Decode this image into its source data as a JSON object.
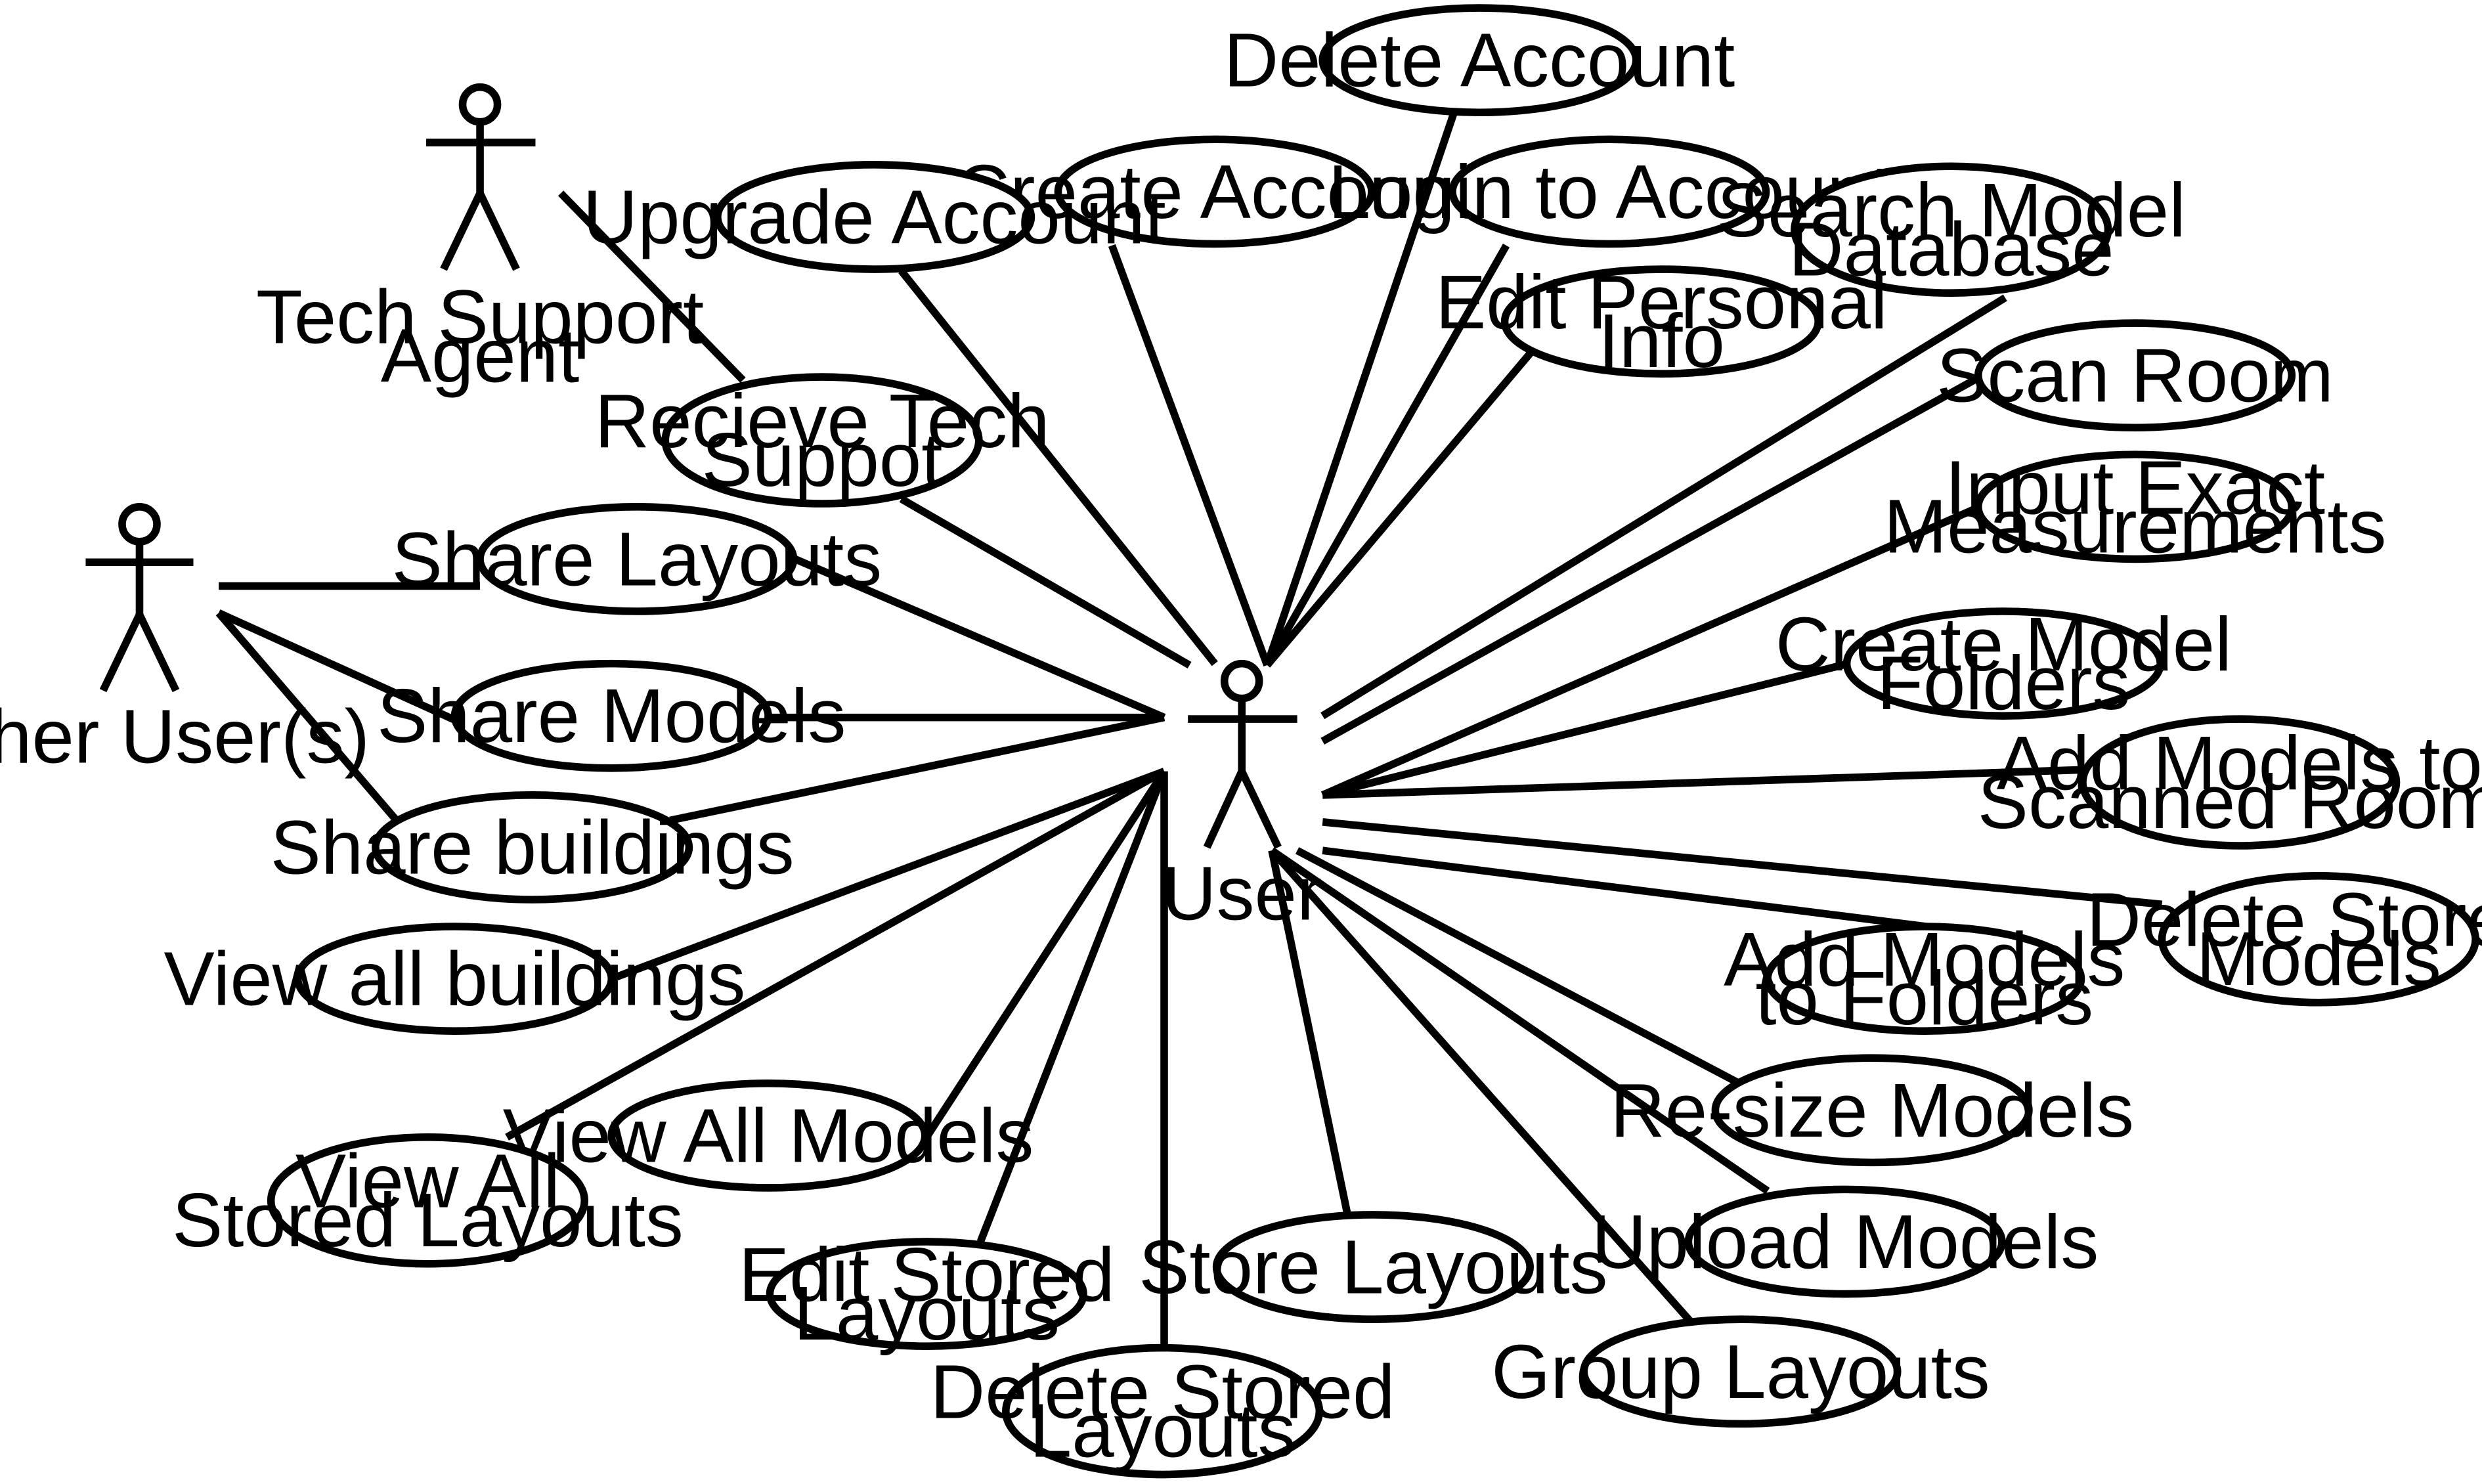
{
  "diagram": {
    "actors": [
      {
        "id": "tech-support-agent",
        "lines": [
          "Tech Support",
          "Agent"
        ]
      },
      {
        "id": "other-users",
        "lines": [
          "Other User(s)"
        ]
      },
      {
        "id": "user",
        "lines": [
          "User"
        ]
      }
    ],
    "use_cases": [
      {
        "id": "delete-account",
        "lines": [
          "Delete Account"
        ]
      },
      {
        "id": "create-account",
        "lines": [
          "Create Account"
        ]
      },
      {
        "id": "login-to-account",
        "lines": [
          "Login to Account"
        ]
      },
      {
        "id": "upgrade-account",
        "lines": [
          "Upgrade Account"
        ]
      },
      {
        "id": "search-model-database",
        "lines": [
          "Search Model",
          "Database"
        ]
      },
      {
        "id": "edit-personal-info",
        "lines": [
          "Edit Personal",
          "Info"
        ]
      },
      {
        "id": "scan-room",
        "lines": [
          "Scan Room"
        ]
      },
      {
        "id": "recieve-tech-suppot",
        "lines": [
          "Recieve Tech",
          "Suppot"
        ]
      },
      {
        "id": "input-exact-measurements",
        "lines": [
          "Input Exact",
          "Measurements"
        ]
      },
      {
        "id": "share-layouts",
        "lines": [
          "Share Layouts"
        ]
      },
      {
        "id": "create-model-folders",
        "lines": [
          "Create Model",
          "Folders"
        ]
      },
      {
        "id": "share-models",
        "lines": [
          "Share Models"
        ]
      },
      {
        "id": "add-models-to-scanned-room",
        "lines": [
          "Add Models to",
          "Scanned Room"
        ]
      },
      {
        "id": "share-buildings",
        "lines": [
          "Share buildings"
        ]
      },
      {
        "id": "delete-stored-models",
        "lines": [
          "Delete Stored",
          "Models"
        ]
      },
      {
        "id": "view-all-buildings",
        "lines": [
          "View all buildings"
        ]
      },
      {
        "id": "add-models-to-folders",
        "lines": [
          "Add Models",
          "to Folders"
        ]
      },
      {
        "id": "re-size-models",
        "lines": [
          "Re-size Models"
        ]
      },
      {
        "id": "view-all-models",
        "lines": [
          "View All Models"
        ]
      },
      {
        "id": "view-all-stored-layouts",
        "lines": [
          "View All",
          "Stored Layouts"
        ]
      },
      {
        "id": "upload-models",
        "lines": [
          "Upload Models"
        ]
      },
      {
        "id": "store-layouts",
        "lines": [
          "Store Layouts"
        ]
      },
      {
        "id": "edit-stored-layouts",
        "lines": [
          "Edit Stored",
          "Layouts"
        ]
      },
      {
        "id": "group-layouts",
        "lines": [
          "Group Layouts"
        ]
      },
      {
        "id": "delete-stored-layouts",
        "lines": [
          "Delete Stored",
          "Layouts"
        ]
      }
    ],
    "associations": [
      [
        "tech-support-agent",
        "recieve-tech-suppot"
      ],
      [
        "other-users",
        "share-layouts"
      ],
      [
        "other-users",
        "share-models"
      ],
      [
        "other-users",
        "share-buildings"
      ],
      [
        "user",
        "upgrade-account"
      ],
      [
        "user",
        "create-account"
      ],
      [
        "user",
        "delete-account"
      ],
      [
        "user",
        "login-to-account"
      ],
      [
        "user",
        "edit-personal-info"
      ],
      [
        "user",
        "search-model-database"
      ],
      [
        "user",
        "scan-room"
      ],
      [
        "user",
        "input-exact-measurements"
      ],
      [
        "user",
        "create-model-folders"
      ],
      [
        "user",
        "add-models-to-scanned-room"
      ],
      [
        "user",
        "delete-stored-models"
      ],
      [
        "user",
        "add-models-to-folders"
      ],
      [
        "user",
        "re-size-models"
      ],
      [
        "user",
        "upload-models"
      ],
      [
        "user",
        "group-layouts"
      ],
      [
        "user",
        "store-layouts"
      ],
      [
        "user",
        "delete-stored-layouts"
      ],
      [
        "user",
        "edit-stored-layouts"
      ],
      [
        "user",
        "view-all-models"
      ],
      [
        "user",
        "view-all-stored-layouts"
      ],
      [
        "user",
        "view-all-buildings"
      ],
      [
        "user",
        "share-buildings"
      ],
      [
        "user",
        "share-models"
      ],
      [
        "user",
        "share-layouts"
      ],
      [
        "user",
        "recieve-tech-suppot"
      ]
    ]
  }
}
